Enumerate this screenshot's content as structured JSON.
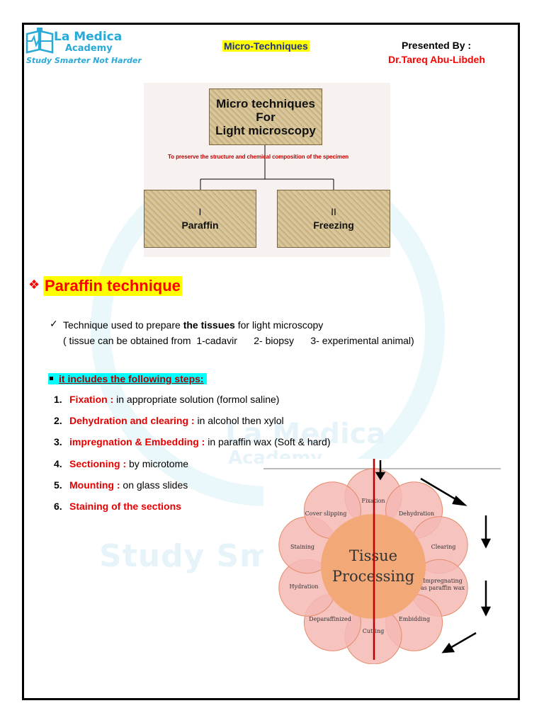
{
  "header": {
    "logo_title": "La Medica",
    "logo_subtitle": "Academy",
    "logo_tagline": "Study Smarter Not Harder",
    "doc_title": "Micro-Techniques",
    "presented_by": "Presented By :",
    "author": "Dr.Tareq Abu-Libdeh"
  },
  "watermark": {
    "line1": "La Medica",
    "line2": "Academy",
    "line3": "Study Smarter"
  },
  "chart": {
    "top_box": [
      "Micro techniques",
      "For",
      "Light microscopy"
    ],
    "note": "To preserve the structure and chemical composition of the specimen",
    "left_box": [
      "I",
      "Paraffin"
    ],
    "right_box": [
      "II",
      "Freezing"
    ]
  },
  "section": {
    "title": "Paraffin technique",
    "intro_prefix": "Technique used to prepare ",
    "intro_bold": "the tissues",
    "intro_suffix": " for light microscopy",
    "intro_line2": "( tissue can be obtained from  1-cadavir      2- biopsy      3- experimental animal)",
    "steps_heading": "it includes the following steps:",
    "steps": [
      {
        "num": "1.",
        "name": "Fixation :",
        "detail": " in appropriate solution (formol saline)"
      },
      {
        "num": "2.",
        "name": "Dehydration and clearing :",
        "detail": " in alcohol  then xylol"
      },
      {
        "num": "3.",
        "name": "impregnation & Embedding :",
        "detail": " in paraffin wax (Soft & hard)"
      },
      {
        "num": "4.",
        "name": "Sectioning :",
        "detail": " by microtome"
      },
      {
        "num": "5.",
        "name": "Mounting :",
        "detail": " on glass slides"
      },
      {
        "num": "6.",
        "name": "Staining of the sections",
        "detail": ""
      }
    ]
  },
  "processing": {
    "center_line1": "Tissue",
    "center_line2": "Processing",
    "stages": [
      "Fixation",
      "Dehydration",
      "Clearing",
      "Impregnating",
      "as paraffin wax",
      "Embidding",
      "Cutting",
      "Deparaffinized",
      "Hydration",
      "Staining",
      "Cover slipping"
    ]
  },
  "colors": {
    "accent_red": "#ff0000",
    "highlight_yellow": "#ffff00",
    "highlight_cyan": "#00ffff",
    "brand_blue": "#2aa9d9"
  }
}
